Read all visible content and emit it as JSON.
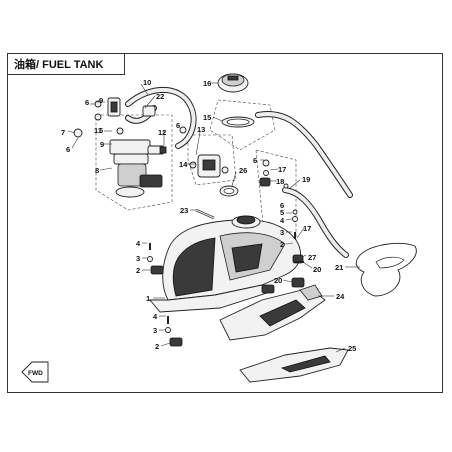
{
  "title": "油箱/ FUEL TANK",
  "callouts": {
    "c1": "1",
    "c2a": "2",
    "c2b": "2",
    "c3a": "3",
    "c3b": "3",
    "c3c": "3",
    "c4a": "4",
    "c4b": "4",
    "c5a": "5",
    "c5b": "5",
    "c6a": "6",
    "c6b": "6",
    "c6c": "6",
    "c7": "7",
    "c8": "8",
    "c9a": "9",
    "c9b": "9",
    "c10": "10",
    "c11": "11",
    "c12": "12",
    "c13": "13",
    "c14": "14",
    "c15": "15",
    "c16": "16",
    "c17a": "17",
    "c17b": "17",
    "c18": "18",
    "c19": "19",
    "c20a": "20",
    "c20b": "20",
    "c21": "21",
    "c22": "22",
    "c23": "23",
    "c24": "24",
    "c25": "25",
    "c26": "26",
    "c27": "27"
  },
  "fwd_label": "FWD",
  "colors": {
    "line": "#222222",
    "fill": "#f2f2f2",
    "dark": "#3a3a3a"
  }
}
